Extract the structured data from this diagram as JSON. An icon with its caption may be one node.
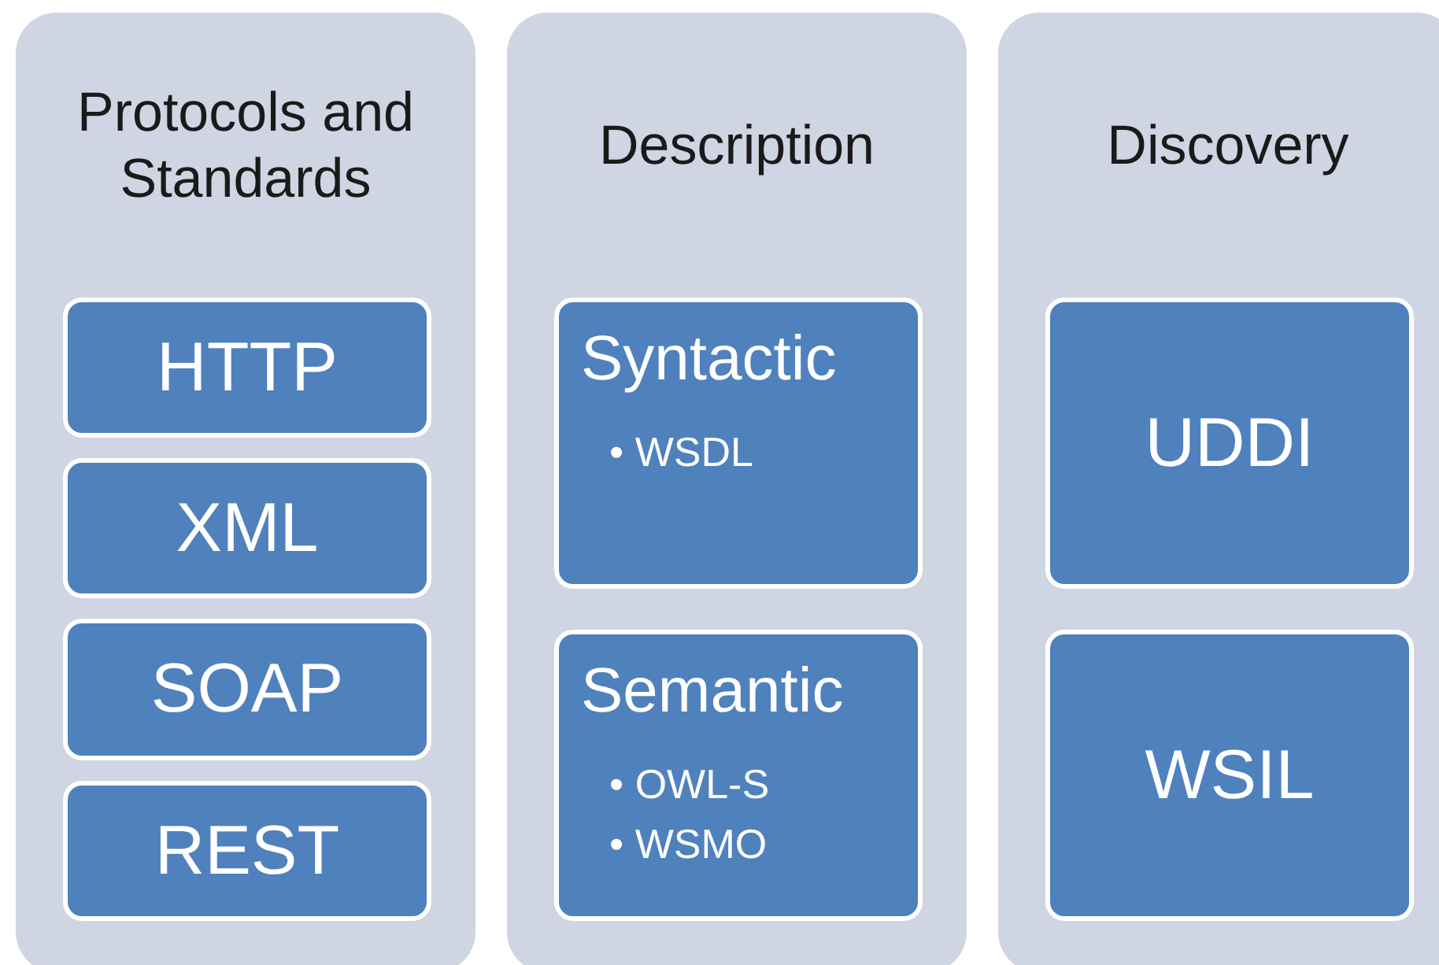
{
  "diagram": {
    "nodes": [
      {
        "text": [
          "Protocols and Standards"
        ]
      },
      {
        "text": [
          "HTTP"
        ],
        "in": 0
      },
      {
        "text": [
          "XML"
        ],
        "in": 0
      },
      {
        "text": [
          "SOAP"
        ],
        "in": 0
      },
      {
        "text": [
          "REST"
        ],
        "in": 0
      },
      {
        "text": [
          "Description"
        ]
      },
      {
        "text": [
          "Syntactic",
          "• WSDL"
        ],
        "in": 5
      },
      {
        "text": [
          "Semantic",
          "• OWL-S",
          "• WSMO"
        ],
        "in": 5
      },
      {
        "text": [
          "Discovery"
        ]
      },
      {
        "text": [
          "UDDI"
        ],
        "in": 8
      },
      {
        "text": [
          "WSIL"
        ],
        "in": 8
      }
    ]
  }
}
